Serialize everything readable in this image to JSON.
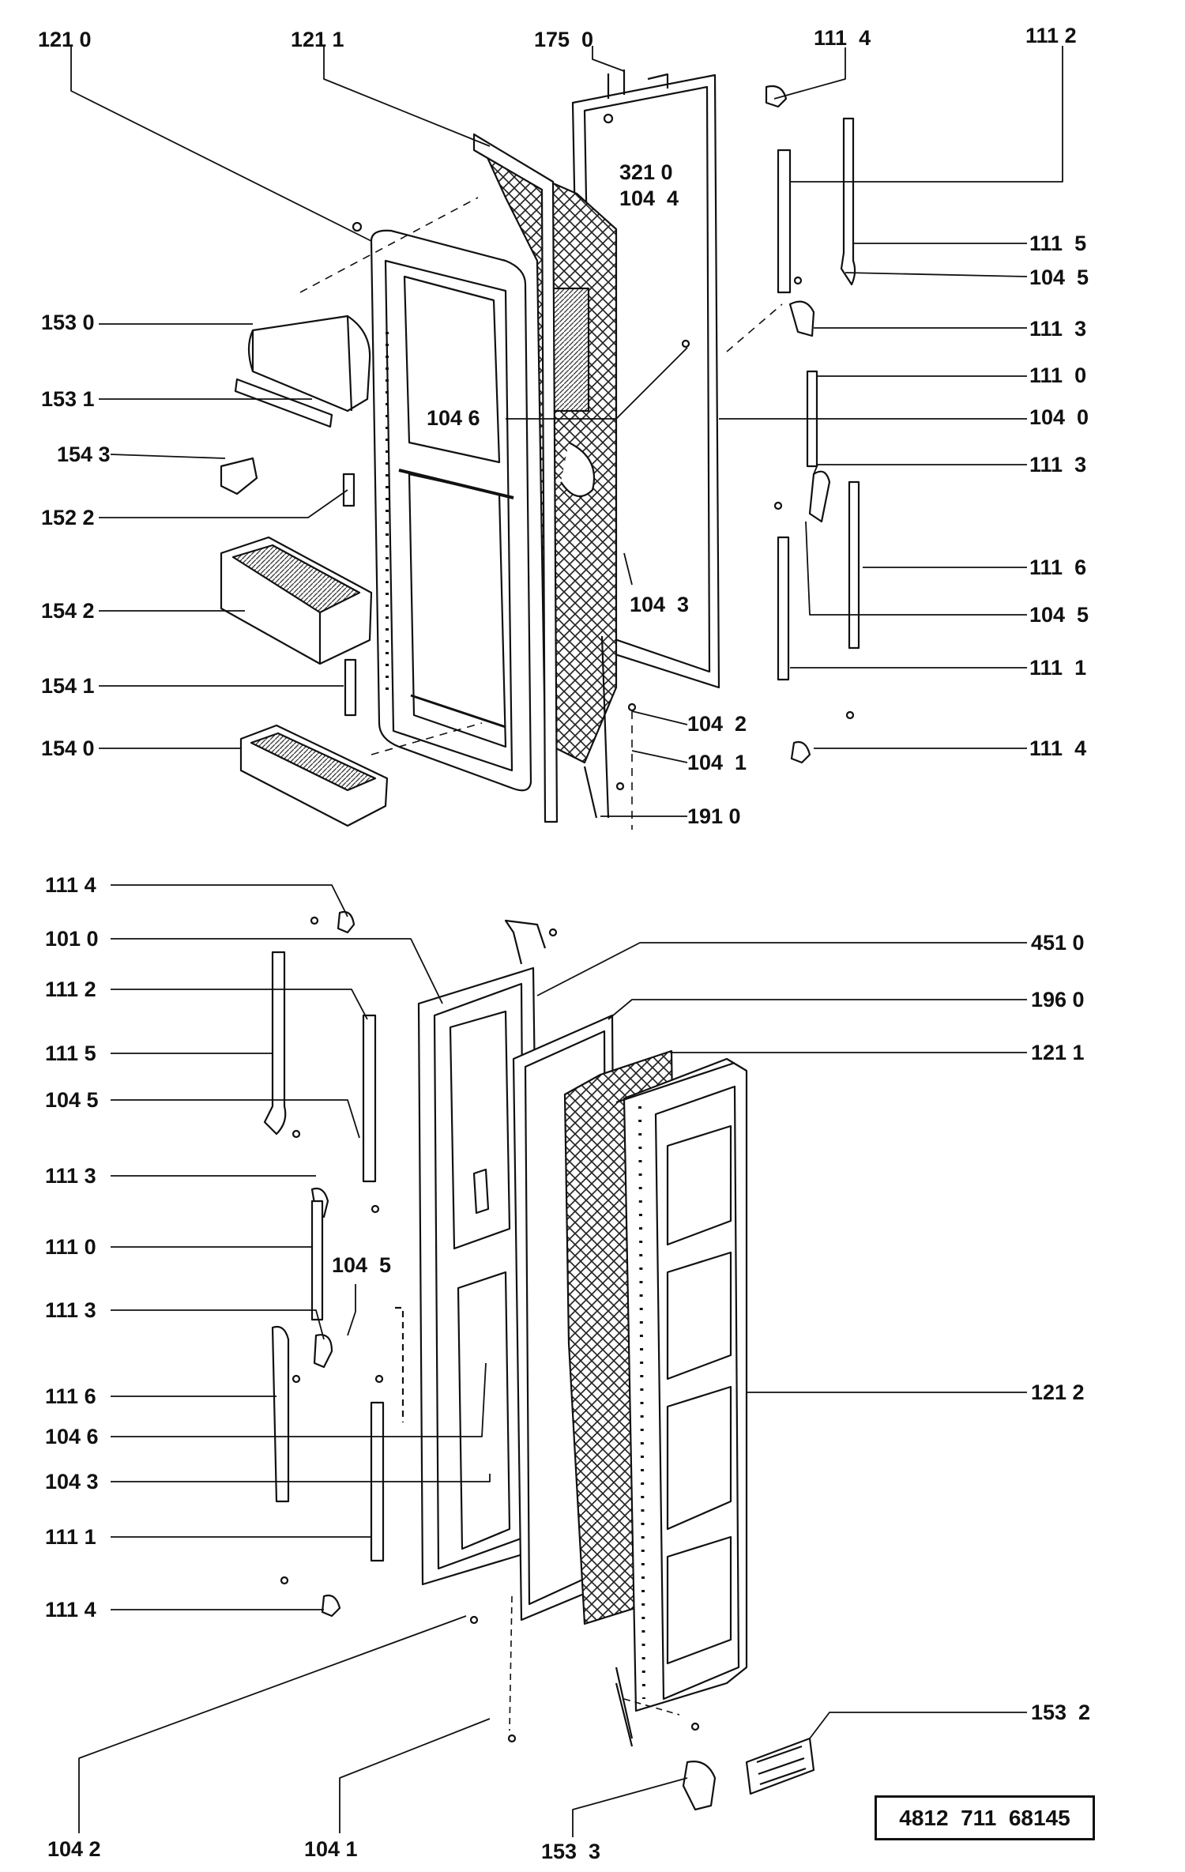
{
  "title": "",
  "reference_number": "4812  711  68145",
  "callouts": {
    "a1210": "121 0",
    "a1211": "121 1",
    "a1750": "175  0",
    "a1114_top": "111  4",
    "a1112_top": "111 2",
    "a3210": "321 0",
    "a1044": "104  4",
    "a1115_top": "111  5",
    "a1045_top1": "104  5",
    "a1530": "153 0",
    "a1113_top1": "111  3",
    "a1110_top": "111  0",
    "a1531": "153 1",
    "a1046_top": "104 6",
    "a1040": "104  0",
    "a1543": "154 3",
    "a1113_top2": "111  3",
    "a1522": "152 2",
    "a1116_top": "111  6",
    "a1043_top": "104  3",
    "a1542": "154 2",
    "a1045_top2": "104  5",
    "a1541": "154 1",
    "a1111_top": "111  1",
    "a1042_top": "104  2",
    "a1540": "154 0",
    "a1041_top": "104  1",
    "a1114_top2": "111  4",
    "a1910": "191 0",
    "b1114_a": "111 4",
    "b1010": "101 0",
    "b4510": "451 0",
    "b1112": "111 2",
    "b1960": "196 0",
    "b1115": "111 5",
    "b1211": "121 1",
    "b1045_a": "104 5",
    "b1113_a": "111 3",
    "b1110": "111 0",
    "b1045_b": "104  5",
    "b1113_b": "111 3",
    "b1116": "111 6",
    "b1212": "121 2",
    "b1046": "104 6",
    "b1043": "104 3",
    "b1111": "111 1",
    "b1114_b": "111 4",
    "b1532": "153  2",
    "b1042": "104 2",
    "b1041": "104 1",
    "b1533": "153  3"
  },
  "icons": [
    "screw-icon",
    "hinge-icon",
    "shelf-bin-icon",
    "door-gasket-icon"
  ]
}
